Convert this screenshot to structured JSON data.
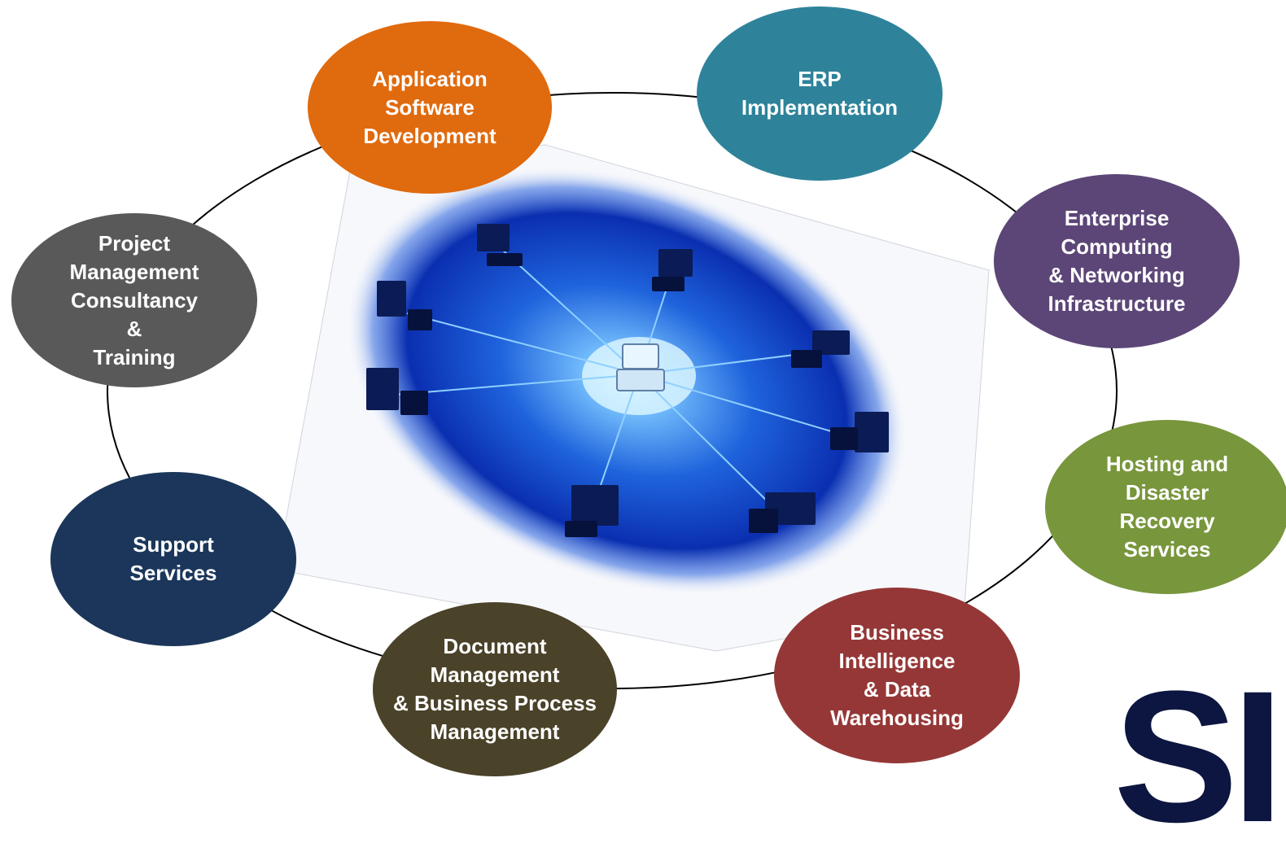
{
  "colors": {
    "app_dev": "#E06A0E",
    "erp": "#2E839A",
    "enterprise": "#5C4677",
    "hosting": "#78963C",
    "bi": "#953737",
    "dms": "#4A4229",
    "support": "#1B365A",
    "pm": "#595959",
    "ring": "#000000",
    "logo": "#0C1640",
    "network_core": "#1B5BD6",
    "network_glow": "#9FD8FF"
  },
  "services": {
    "app_dev": "Application\nSoftware\nDevelopment",
    "erp": "ERP\nImplementation",
    "enterprise": "Enterprise\nComputing\n& Networking\nInfrastructure",
    "hosting": "Hosting and\nDisaster\nRecovery\nServices",
    "bi": "Business\nIntelligence\n& Data\nWarehousing",
    "dms": "Document\nManagement\n& Business Process\nManagement",
    "support": "Support\nServices",
    "pm": "Project\nManagement\nConsultancy\n&\nTraining"
  },
  "center_image": {
    "subject": "network-of-computers-image",
    "peripheral_computer_count": 8
  },
  "logo": {
    "text": "SII"
  }
}
